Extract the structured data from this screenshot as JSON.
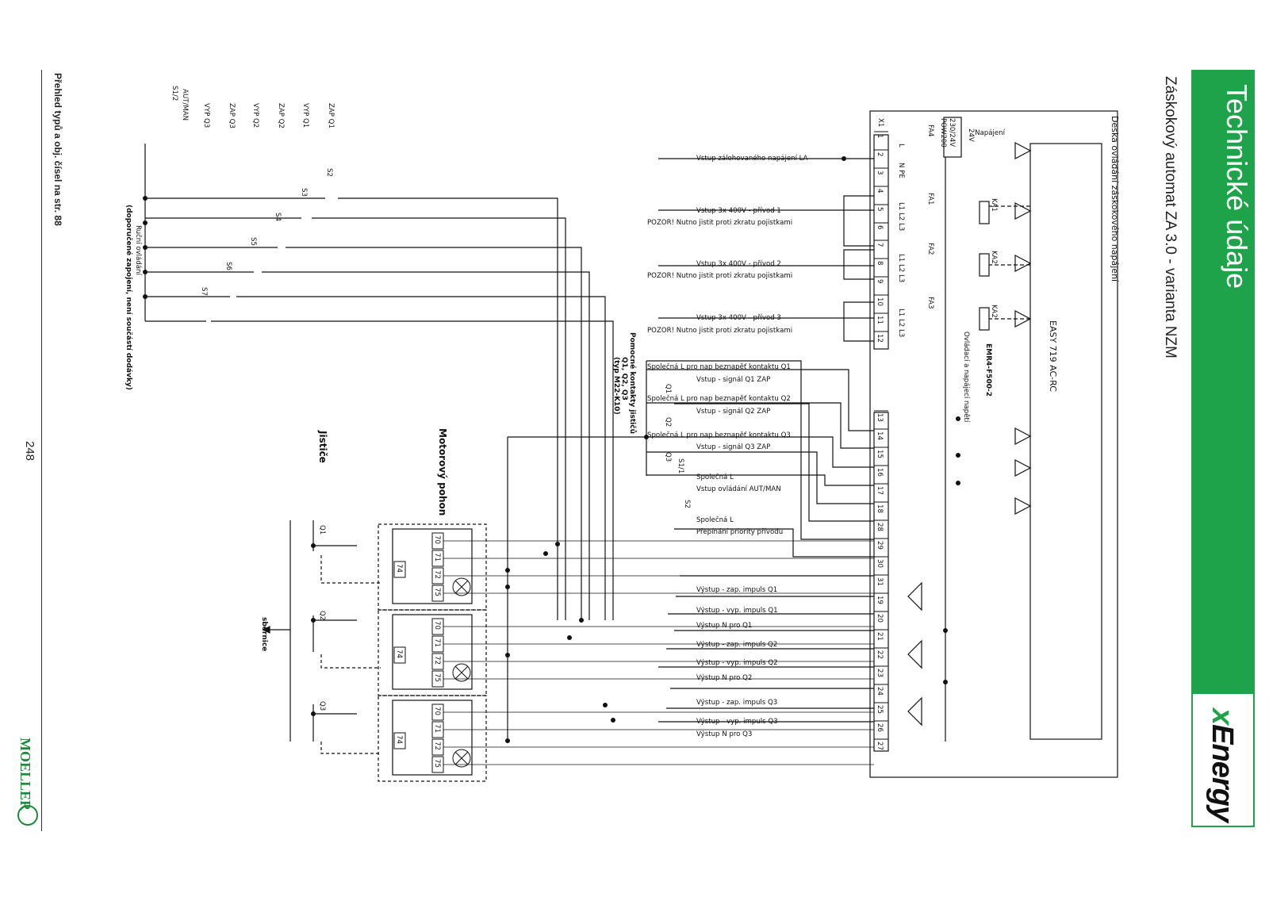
{
  "header": {
    "section_title": "Technické údaje",
    "brand": "xEnergy",
    "subtitle": "Záskokový automat ZA 3.0 - varianta NZM"
  },
  "footer": {
    "reference": "Přehled typů a obj. čísel na str. 88",
    "page_number": "248",
    "company": "MOELLER"
  },
  "board": {
    "title": "Deska ovládání záskokového napájení",
    "controller": "EASY 719 AC-RC",
    "relay": "EMR4-F500-2",
    "relay_note": "Ovládací a napájecí napětí",
    "supply_label": "Napájení",
    "supply_voltage": "24V",
    "psu": [
      "230/24V",
      "POW200"
    ],
    "terminal_strip": "X1",
    "relay_coils": [
      "KA1",
      "KA2",
      "KA2"
    ],
    "fuses": [
      "FA4",
      "FA1",
      "FA2",
      "FA3"
    ],
    "fuse_phases": [
      "L",
      "N PE",
      "L1 L2 L3",
      "L1 L2 L3",
      "L1 L2 L3"
    ]
  },
  "terminals": [
    "1",
    "2",
    "3",
    "4",
    "5",
    "6",
    "7",
    "8",
    "9",
    "10",
    "11",
    "12",
    "13",
    "14",
    "15",
    "16",
    "17",
    "18",
    "28",
    "29",
    "30",
    "31",
    "19",
    "20",
    "21",
    "22",
    "23",
    "24",
    "25",
    "26",
    "27"
  ],
  "signals": {
    "backup_supply": "Vstup zálohovaného napájení LA",
    "feed1": "Vstup 3x 400V - přívod 1",
    "feed2": "Vstup 3x 400V - přívod 2",
    "feed3": "Vstup 3x 400V - přívod 3",
    "warning": "POZOR! Nutno jistit proti zkratu pojistkami",
    "common_q1": "Společná L pro nap beznapěť kontaktu Q1",
    "in_q1": "Vstup - signál Q1 ZAP",
    "common_q2": "Společná L pro nap beznapěť kontaktu Q2",
    "in_q2": "Vstup - signál Q2 ZAP",
    "common_q3": "Společná L pro nap beznapěť kontaktu Q3",
    "in_q3": "Vstup - signál Q3 ZAP",
    "common_l": "Společná L",
    "in_autman": "Vstup ovládání AUT/MAN",
    "in_priority": "Přepínání priority přívodu",
    "out_on_q1": "Výstup - zap. impuls Q1",
    "out_off_q1": "Výstup - vyp. impuls Q1",
    "n_q1": "Výstup N pro Q1",
    "out_on_q2": "Výstup - zap. impuls Q2",
    "out_off_q2": "Výstup - vyp. impuls Q2",
    "n_q2": "Výstup N pro Q2",
    "out_on_q3": "Výstup - zap. impuls Q3",
    "out_off_q3": "Výstup - vyp. impuls Q3",
    "n_q3": "Výstup N pro Q3"
  },
  "aux_contacts": {
    "title": "Pomocné kontakty jističů",
    "breakers": "Q1, Q2, Q3",
    "type": "(typ M22-K10)",
    "contacts": [
      "Q1",
      "Q2",
      "Q3"
    ],
    "s1": "S1/1",
    "s2": "S2"
  },
  "motor_drive": {
    "title": "Motorový pohon",
    "terminals": [
      "70",
      "71",
      "72",
      "75",
      "74"
    ]
  },
  "breakers": {
    "title": "Jističe",
    "items": [
      "Q1",
      "Q2",
      "Q3"
    ],
    "busbar": "sběrnice"
  },
  "manual_control": {
    "title": "Ruční ovládání",
    "note": "(doporučené zapojení, není součástí dodávky)",
    "switches": [
      "S2",
      "S3",
      "S4",
      "S5",
      "S6",
      "S7"
    ],
    "switch_selector": "S1/2",
    "labels": [
      "ZAP Q1",
      "VYP Q1",
      "ZAP Q2",
      "VYP Q2",
      "ZAP Q3",
      "VYP Q3",
      "AUT/MAN"
    ]
  }
}
